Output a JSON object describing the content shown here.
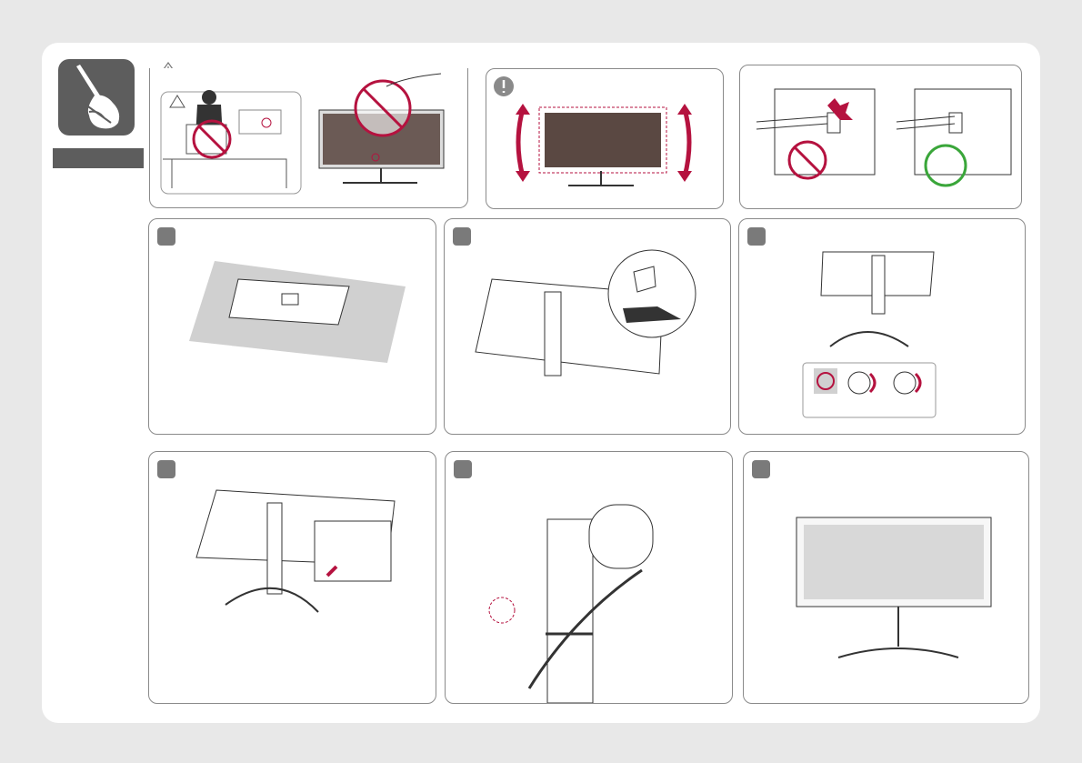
{
  "colors": {
    "accent": "#b5123f",
    "ok": "#3aa63a",
    "step_badge": "#7a7a7a",
    "icon_bg": "#5d5d5d",
    "line": "#3a3a3a"
  },
  "icons": {
    "tool": "screwdriver-hand-icon",
    "caution": "warning-triangle-icon",
    "note": "exclamation-icon",
    "prohibited": "prohibited-circle-icon",
    "correct": "correct-circle-icon"
  },
  "steps": [
    {
      "illustration": "monitor-face-down-on-cushion"
    },
    {
      "illustration": "attach-stand-body"
    },
    {
      "illustration": "attach-stand-base"
    },
    {
      "illustration": "tighten-screw"
    },
    {
      "illustration": "cable-holder"
    },
    {
      "illustration": "assembled-monitor"
    }
  ]
}
